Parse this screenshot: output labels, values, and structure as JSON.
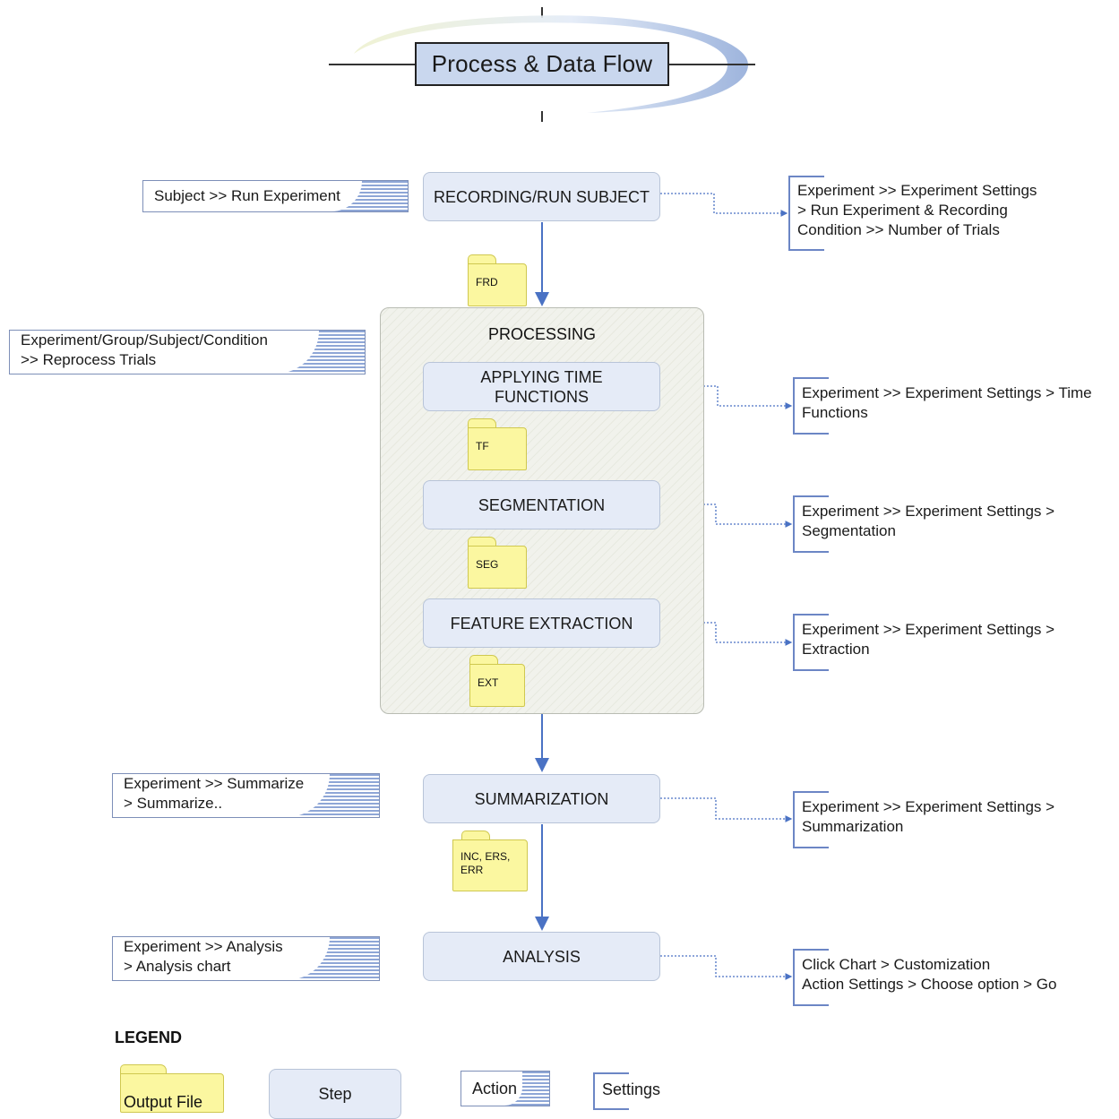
{
  "title": "Process & Data Flow",
  "processing_label": "PROCESSING",
  "steps": {
    "recording": "RECORDING/RUN SUBJECT",
    "time_functions": "APPLYING TIME FUNCTIONS",
    "segmentation": "SEGMENTATION",
    "feature_extraction": "FEATURE EXTRACTION",
    "summarization": "SUMMARIZATION",
    "analysis": "ANALYSIS"
  },
  "output_files": {
    "frd": "FRD",
    "tf": "TF",
    "seg": "SEG",
    "ext": "EXT",
    "inc": "INC, ERS, ERR"
  },
  "actions": {
    "run_experiment": [
      "Subject >> Run Experiment"
    ],
    "reprocess": [
      "Experiment/Group/Subject/Condition",
      ">> Reprocess Trials"
    ],
    "summarize": [
      "Experiment >> Summarize",
      "> Summarize.."
    ],
    "analysis": [
      "Experiment >> Analysis",
      "> Analysis chart"
    ]
  },
  "settings": {
    "recording": [
      "Experiment >> Experiment Settings",
      "> Run Experiment & Recording",
      "Condition >> Number of  Trials"
    ],
    "time_functions": [
      "Experiment >> Experiment Settings > Time",
      "Functions"
    ],
    "segmentation": [
      "Experiment >> Experiment Settings >",
      "Segmentation"
    ],
    "extraction": [
      "Experiment >> Experiment Settings >",
      "Extraction"
    ],
    "summarization": [
      "Experiment >> Experiment Settings >",
      "Summarization"
    ],
    "analysis": [
      "Click Chart > Customization",
      "Action Settings > Choose option > Go"
    ]
  },
  "legend": {
    "title": "LEGEND",
    "output_file": "Output File",
    "step": "Step",
    "action": "Action",
    "settings": "Settings"
  },
  "colors": {
    "arrow": "#4a72c4",
    "title_fill": "#c9d7ee",
    "step_fill": "#e5ebf7",
    "folder_fill": "#fbf7a0",
    "accent_blue": "#6c86c5"
  }
}
